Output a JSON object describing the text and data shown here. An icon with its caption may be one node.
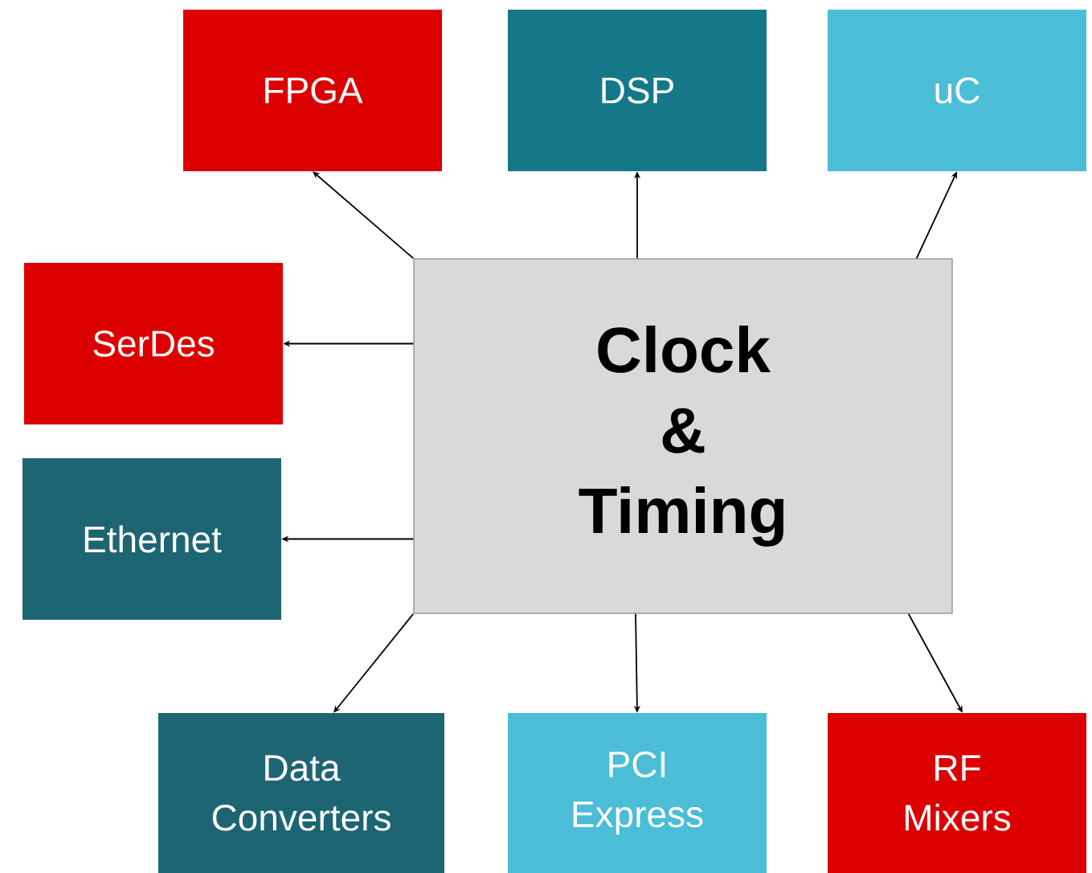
{
  "diagram": {
    "nodes": [
      {
        "text": [
          "FPGA"
        ]
      },
      {
        "text": [
          "DSP"
        ]
      },
      {
        "text": [
          "uC"
        ]
      },
      {
        "text": [
          "SerDes"
        ]
      },
      {
        "text": [
          "Clock & Timing"
        ]
      },
      {
        "text": [
          "Ethernet"
        ]
      },
      {
        "text": [
          "Data Converters"
        ]
      },
      {
        "text": [
          "PCI Express"
        ]
      },
      {
        "text": [
          "RF Mixers"
        ]
      }
    ],
    "edges": [
      {
        "from": 4,
        "to": 0,
        "arrow": "to"
      },
      {
        "from": 4,
        "to": 1,
        "arrow": "to"
      },
      {
        "from": 4,
        "to": 2,
        "arrow": "to"
      },
      {
        "from": 4,
        "to": 3,
        "arrow": "to"
      },
      {
        "from": 4,
        "to": 5,
        "arrow": "to"
      },
      {
        "from": 4,
        "to": 6,
        "arrow": "to"
      },
      {
        "from": 4,
        "to": 7,
        "arrow": "to"
      },
      {
        "from": 4,
        "to": 8,
        "arrow": "to"
      }
    ]
  }
}
